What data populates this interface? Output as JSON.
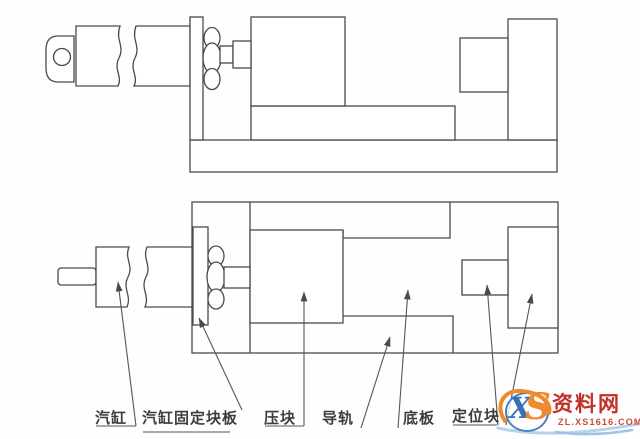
{
  "figure": {
    "kind": "engineering line drawing, two views of a pneumatic clamping fixture",
    "line_color": "#4a4a4a"
  },
  "labels": {
    "items": [
      {
        "text": "汽缸"
      },
      {
        "text": "汽缸固定块板"
      },
      {
        "text": "压块"
      },
      {
        "text": "导轨"
      },
      {
        "text": "底板"
      },
      {
        "text": "定位块"
      }
    ]
  },
  "watermark": {
    "logo_letter_1": "X",
    "logo_letter_2": "S",
    "site_name": "资料网",
    "site_url": "ZL.XS1616.COM"
  },
  "colors": {
    "line": "#4a4a4a",
    "label_text": "#3d3d3d",
    "watermark_red": "#c33028",
    "watermark_url_red": "#c94b35",
    "watermark_orange": "#ef8a2d",
    "watermark_blue": "#3b6fb5",
    "watermark_light_blue": "#b9d3ea"
  }
}
